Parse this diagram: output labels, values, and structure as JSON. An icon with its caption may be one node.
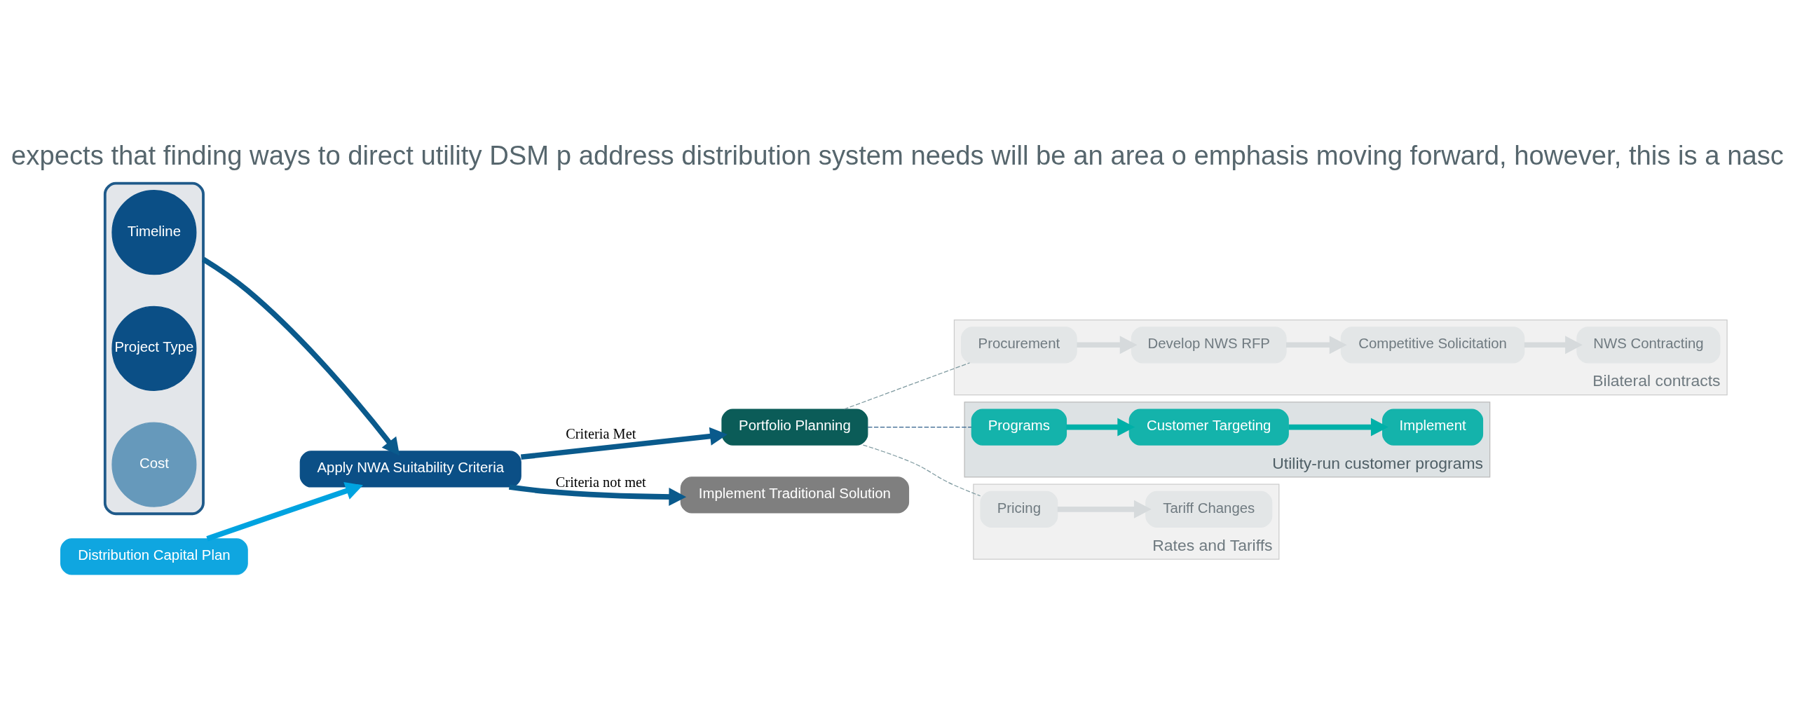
{
  "diagram": {
    "title": "expects that finding ways to direct utility DSM p address distribution system needs will be an area o emphasis moving forward, however, this is a nasc",
    "nodes": [
      {
        "text": [],
        "shape": "funnel"
      },
      {
        "text": [
          "Timeline"
        ],
        "in": 0
      },
      {
        "text": [
          "Project Type"
        ],
        "in": 0
      },
      {
        "text": [
          "Cost"
        ],
        "in": 0
      },
      {
        "text": [
          "Distribution Capital Plan"
        ]
      },
      {
        "text": [
          "Apply NWA Suitability Criteria"
        ]
      },
      {
        "text": [
          "Portfolio Planning"
        ]
      },
      {
        "text": [
          "Implement Traditional Solution"
        ]
      },
      {
        "text": [
          "Bilateral contracts"
        ]
      },
      {
        "text": [
          "Procurement"
        ],
        "in": 8
      },
      {
        "text": [
          "Develop NWS RFP"
        ],
        "in": 8
      },
      {
        "text": [
          "Competitive Solicitation"
        ],
        "in": 8
      },
      {
        "text": [
          "NWS Contracting"
        ],
        "in": 8
      },
      {
        "text": [
          "Utility-run customer programs"
        ]
      },
      {
        "text": [
          "Programs"
        ],
        "in": 13
      },
      {
        "text": [
          "Customer Targeting"
        ],
        "in": 13
      },
      {
        "text": [
          "Implement"
        ],
        "in": 13
      },
      {
        "text": [
          "Rates and Tariffs"
        ]
      },
      {
        "text": [
          "Pricing"
        ],
        "in": 17
      },
      {
        "text": [
          "Tariff Changes"
        ],
        "in": 17
      }
    ],
    "edges": [
      {
        "from": 0,
        "to": 5,
        "arrow": "to",
        "color": "#0a5a8c"
      },
      {
        "from": 4,
        "to": 5,
        "arrow": "to",
        "color": "#00a3e0"
      },
      {
        "from": 5,
        "to": 6,
        "arrow": "to",
        "label": "Criteria Met",
        "color": "#0a5a8c"
      },
      {
        "from": 5,
        "to": 7,
        "arrow": "to",
        "label": "Criteria not met",
        "color": "#0a5a8c"
      },
      {
        "from": 6,
        "to": 9,
        "arrow": "none",
        "style": "dashed",
        "color": "#7f9aa0"
      },
      {
        "from": 6,
        "to": 14,
        "arrow": "none",
        "style": "dashed",
        "color": "#2f5f8a"
      },
      {
        "from": 6,
        "to": 18,
        "arrow": "none",
        "style": "dashed",
        "color": "#7f9aa0"
      },
      {
        "from": 9,
        "to": 10,
        "arrow": "to",
        "color": "#d6dadc"
      },
      {
        "from": 10,
        "to": 11,
        "arrow": "to",
        "color": "#d6dadc"
      },
      {
        "from": 11,
        "to": 12,
        "arrow": "to",
        "color": "#d6dadc"
      },
      {
        "from": 14,
        "to": 15,
        "arrow": "to",
        "color": "#00b0a8"
      },
      {
        "from": 15,
        "to": 16,
        "arrow": "to",
        "color": "#00b0a8"
      },
      {
        "from": 18,
        "to": 19,
        "arrow": "to",
        "color": "#d6dadc"
      }
    ]
  }
}
